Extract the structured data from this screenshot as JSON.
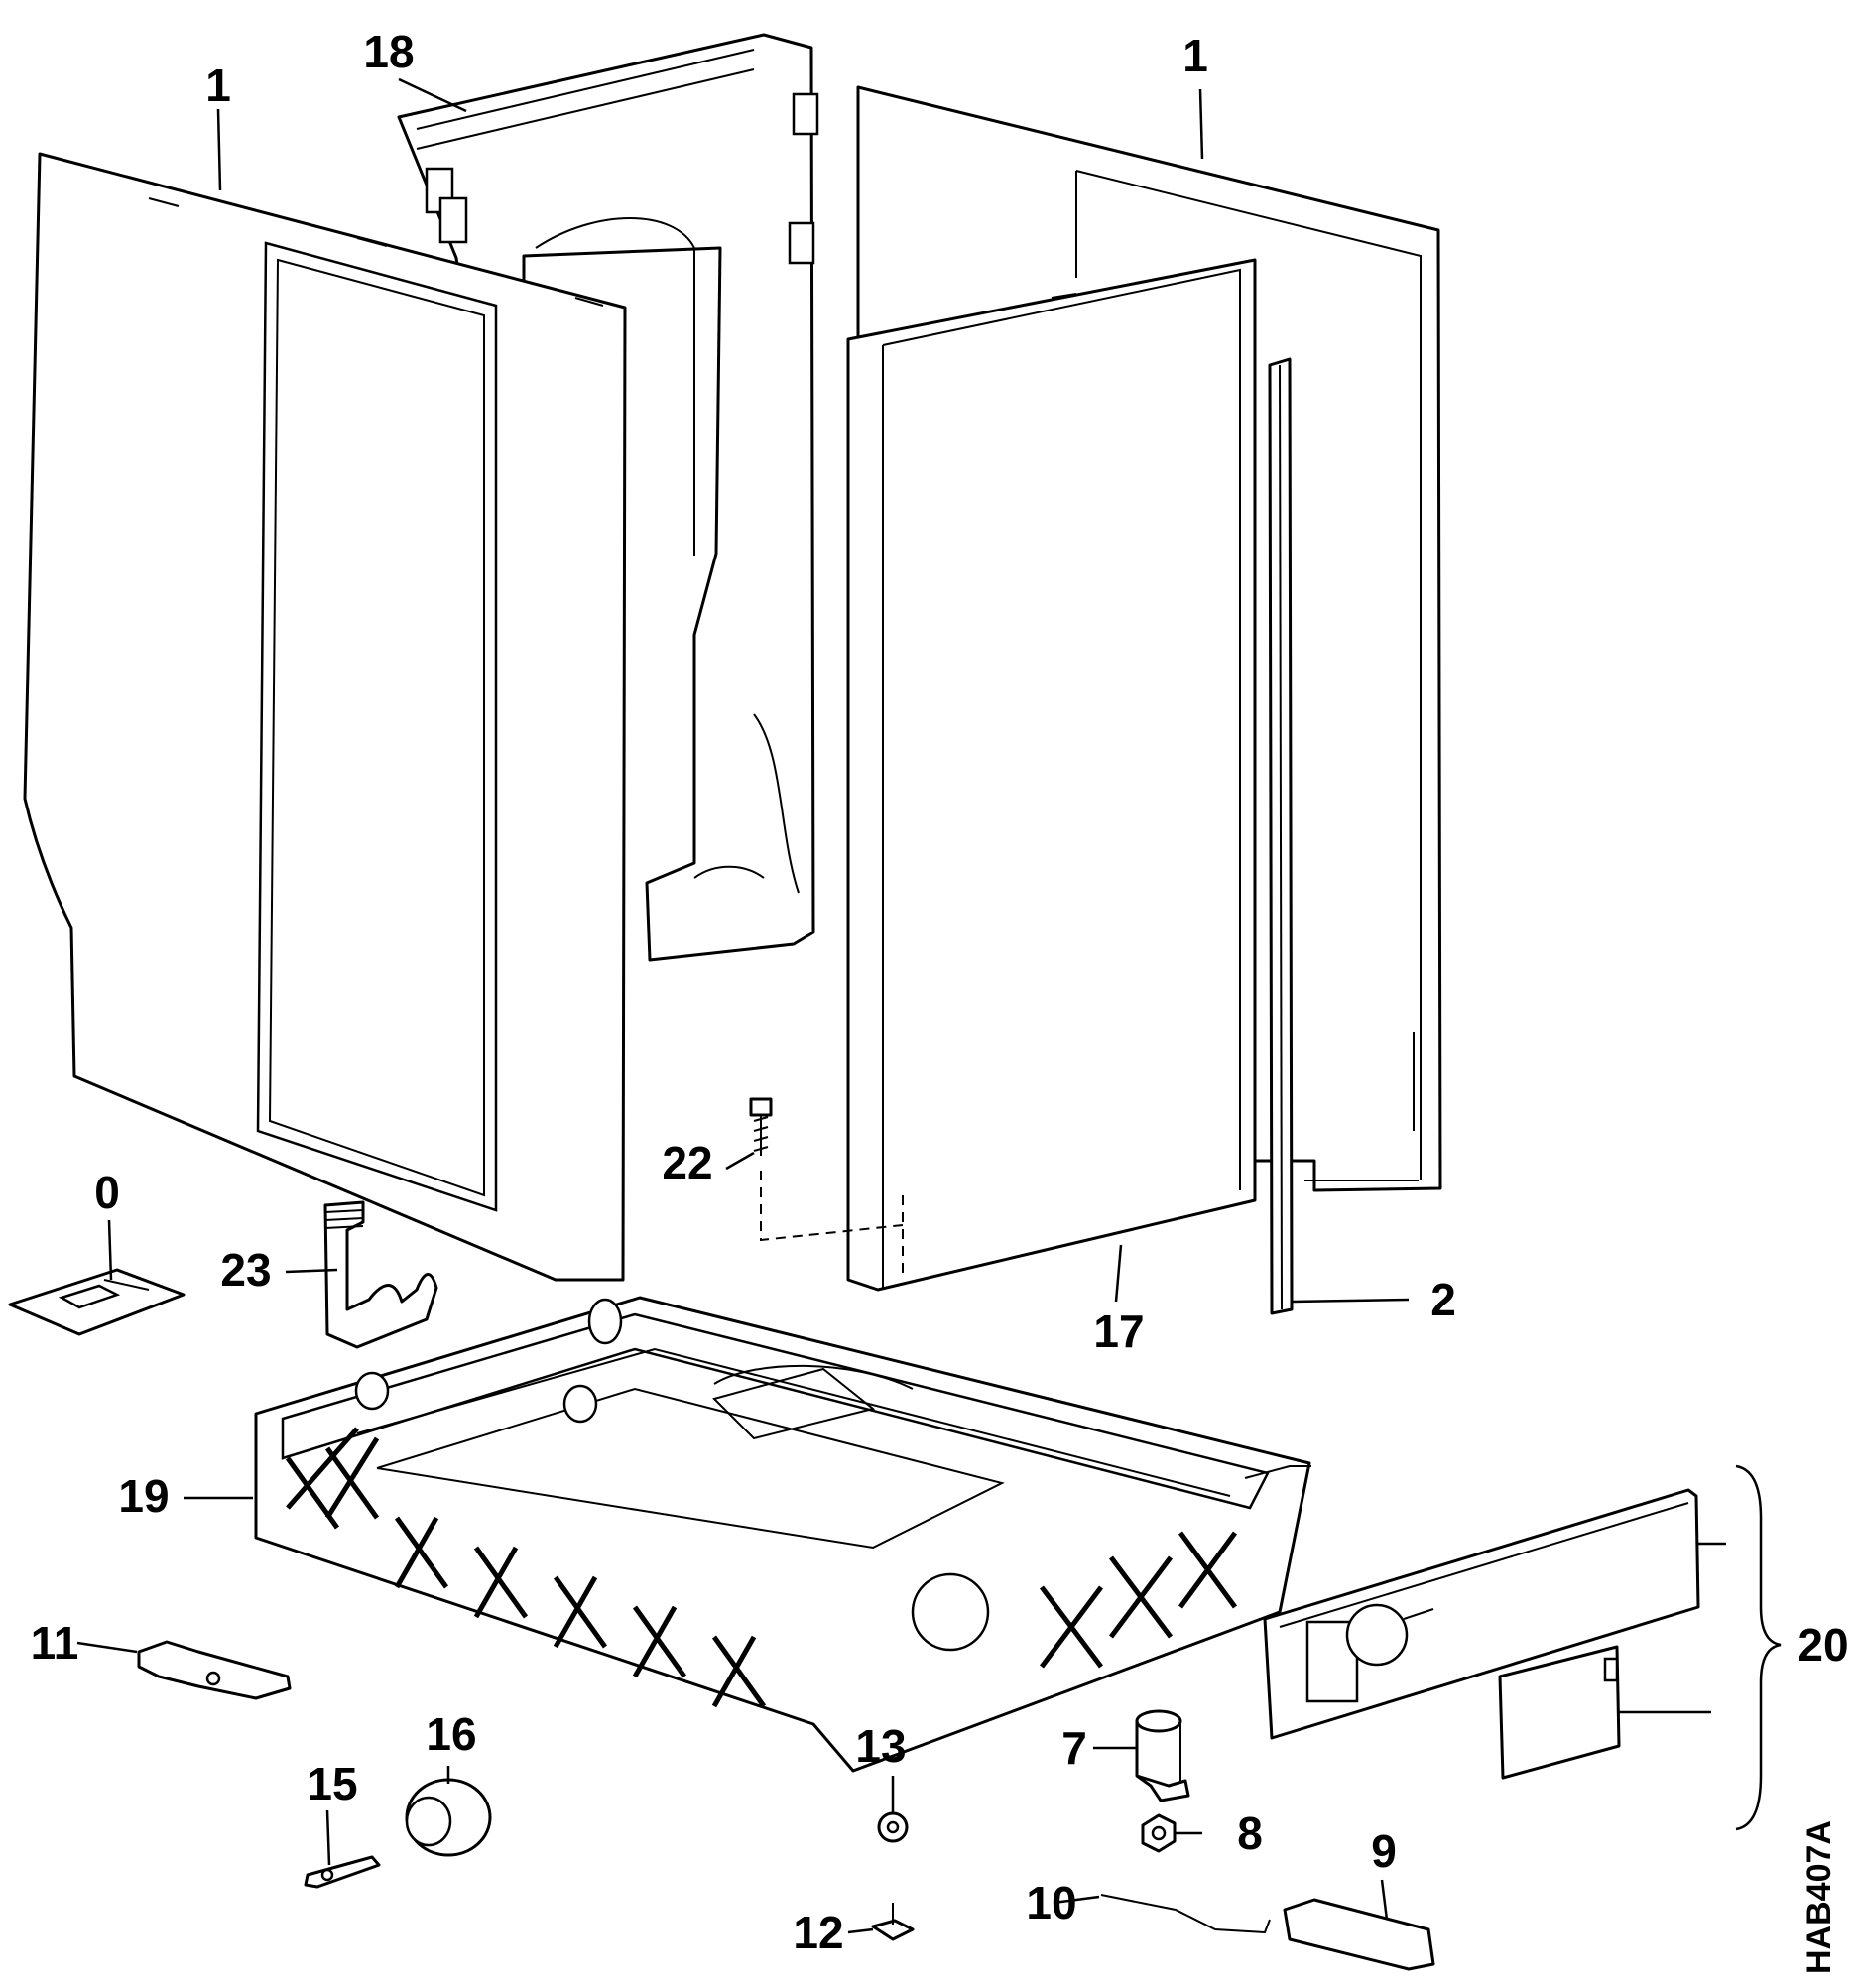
{
  "callouts": [
    {
      "id": "left-panel",
      "text": "1"
    },
    {
      "id": "right-panel",
      "text": "1"
    },
    {
      "id": "back-panel",
      "text": "18"
    },
    {
      "id": "front-panel",
      "text": "17"
    },
    {
      "id": "strip",
      "text": "2"
    },
    {
      "id": "screw",
      "text": "22"
    },
    {
      "id": "doc",
      "text": "0"
    },
    {
      "id": "clip",
      "text": "23"
    },
    {
      "id": "base",
      "text": "19"
    },
    {
      "id": "plinth",
      "text": "20"
    },
    {
      "id": "bracket",
      "text": "11"
    },
    {
      "id": "foot",
      "text": "16"
    },
    {
      "id": "catch",
      "text": "15"
    },
    {
      "id": "washer",
      "text": "13"
    },
    {
      "id": "pin",
      "text": "12"
    },
    {
      "id": "cap",
      "text": "7"
    },
    {
      "id": "nut",
      "text": "8"
    },
    {
      "id": "rod",
      "text": "10"
    },
    {
      "id": "block",
      "text": "9"
    }
  ],
  "drawing_code": "HAB407A",
  "ink_color": "#000000",
  "paper_color": "#ffffff"
}
